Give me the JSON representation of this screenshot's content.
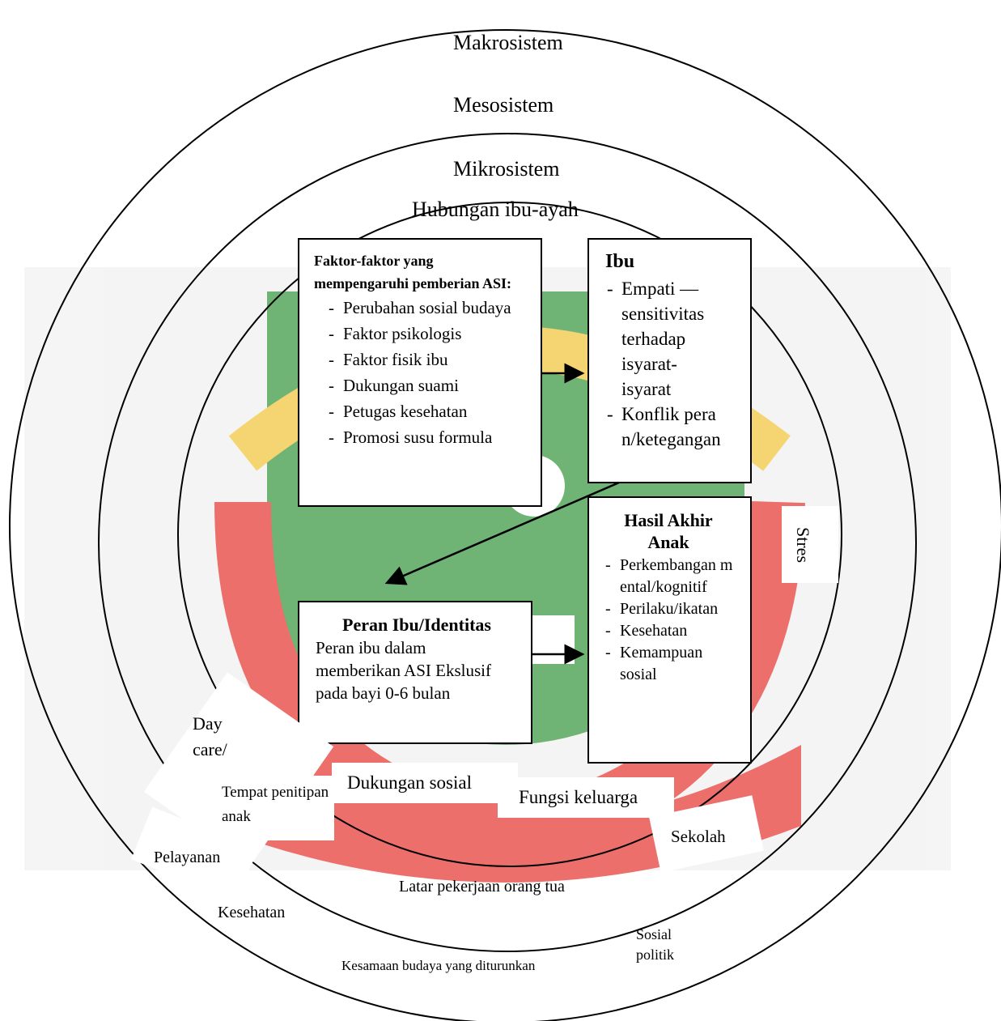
{
  "circles": {
    "makro": "Makrosistem",
    "meso": "Mesosistem",
    "mikro": "Mikrosistem",
    "hubungan": "Hubungan ibu-ayah"
  },
  "faktor_box": {
    "title": "Faktor-faktor yang mempengaruhi pemberian ASI:",
    "items": [
      "Perubahan sosial budaya",
      "Faktor psikologis",
      "Faktor fisik ibu",
      "Dukungan suami",
      "Petugas kesehatan",
      "Promosi susu formula"
    ]
  },
  "ibu_box": {
    "title": "Ibu",
    "items": [
      "Empati — sensitivitas terhadap isyarat-isyarat",
      "Konflik peran/ketegangan"
    ]
  },
  "peran_box": {
    "title": "Peran Ibu/Identitas",
    "text": "Peran ibu dalam memberikan ASI Ekslusif pada bayi 0-6 bulan"
  },
  "hasil_box": {
    "title": "Hasil Akhir Anak",
    "items": [
      "Perkembangan mental/kognitif",
      "Perilaku/ikatan",
      "Kesehatan",
      "Kemampuan sosial"
    ]
  },
  "labels": {
    "stres": "Stres",
    "day_care": "Day care/",
    "tempat": "Tempat penitipan anak",
    "dukungan": "Dukungan sosial",
    "fungsi": "Fungsi keluarga",
    "sekolah": "Sekolah",
    "pelayanan": "Pelayanan",
    "kesehatan": "Kesehatan",
    "latar": "Latar pekerjaan orang tua",
    "sosial_politik": "Sosial politik",
    "kesamaan": "Kesamaan budaya yang diturunkan"
  },
  "colors": {
    "watermark_green": "#3f9a48",
    "watermark_red": "#e7403a",
    "watermark_yellow": "#f2c744",
    "line": "#000000"
  }
}
